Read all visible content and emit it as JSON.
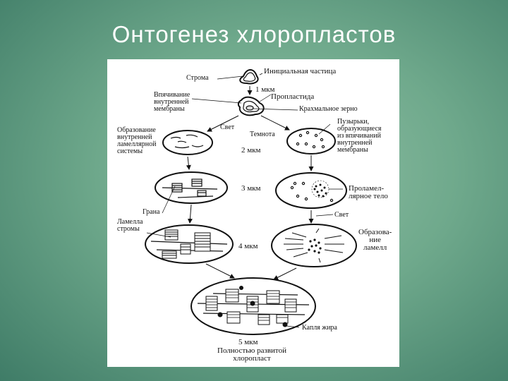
{
  "slide": {
    "title": "Онтогенез хлоропластов"
  },
  "figure": {
    "labels": {
      "stroma": "Строма",
      "initial_particle": "Инициальная частица",
      "size_1": "1 мкм",
      "invagination": "Впячивание\nвнутренней\nмембраны",
      "proplastid": "Пропластида",
      "starch_grain": "Крахмальное зерно",
      "formation_lamellar": "Образование\nвнутренней\nламеллярной\nсистемы",
      "light_1": "Свет",
      "darkness": "Темнота",
      "vesicles": "Пузырьки,\nобразующиеся\nиз впячиваний\nвнутренней\nмембраны",
      "size_2": "2 мкм",
      "size_3": "3 мкм",
      "prolamellar": "Проламел-\nлярное тело",
      "grana": "Грана",
      "light_2": "Свет",
      "stroma_lamella": "Ламелла\nстромы",
      "lamellae_formation": "Образова-\nние\nламелл",
      "size_4": "4 мкм",
      "fat_droplet": "Капля жира",
      "size_5": "5 мкм",
      "caption": "Полностью развитой\nхлоропласт"
    }
  }
}
